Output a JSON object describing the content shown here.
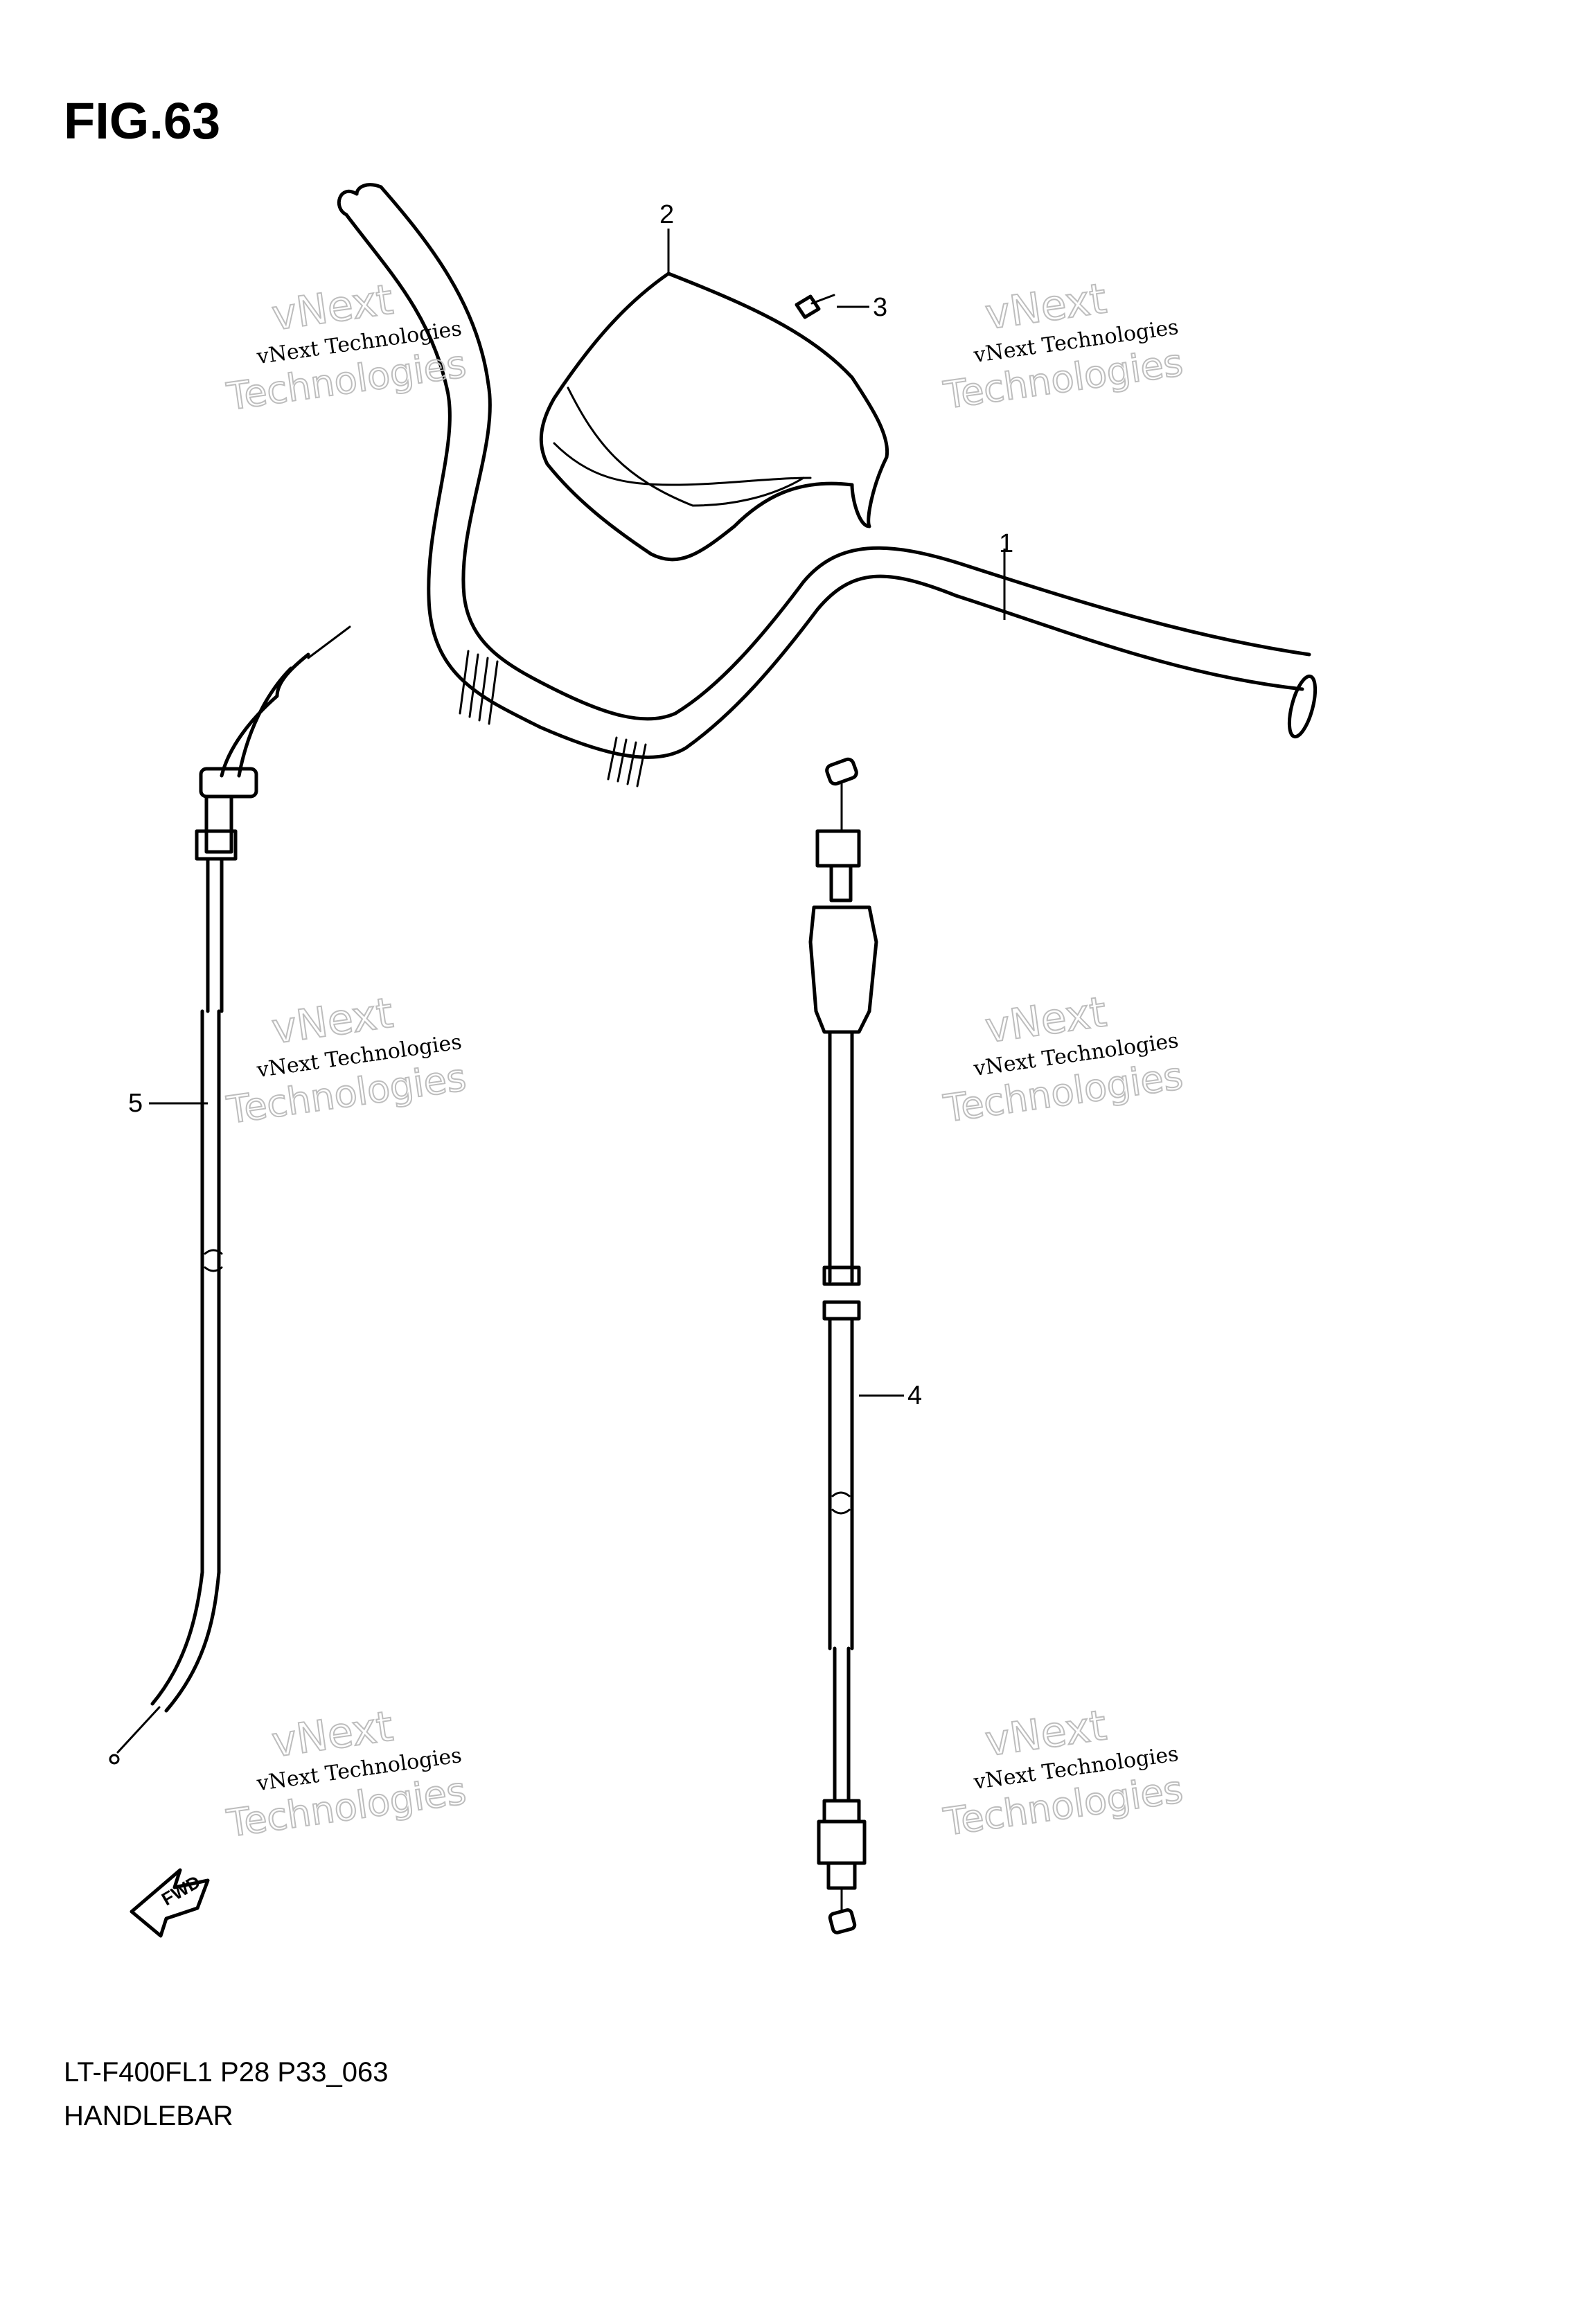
{
  "figure": {
    "title": "FIG.63",
    "code": "LT-F400FL1 P28 P33_063",
    "name": "HANDLEBAR"
  },
  "callouts": {
    "c1": "1",
    "c2": "2",
    "c3": "3",
    "c4": "4",
    "c5": "5"
  },
  "watermark": {
    "brand": "vNext",
    "full": "vNext Technologies",
    "tech": "Technologies"
  },
  "fwd_label": "FWD",
  "colors": {
    "line": "#000000",
    "watermark": "#bdbdbd",
    "background": "#ffffff"
  }
}
